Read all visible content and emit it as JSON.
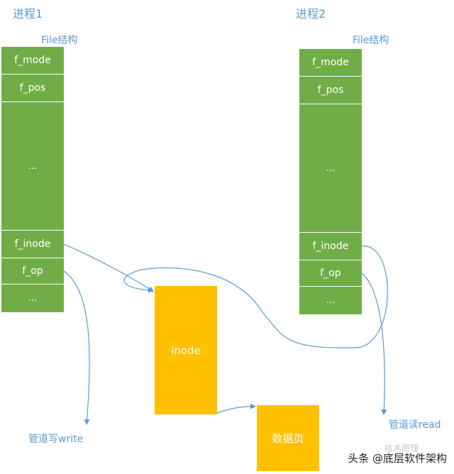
{
  "process1": {
    "title": "进程1",
    "struct_label": "File结构",
    "rows": [
      "f_mode",
      "f_pos",
      "...",
      "f_inode",
      "f_op",
      "..."
    ]
  },
  "process2": {
    "title": "进程2",
    "struct_label": "File结构",
    "rows": [
      "f_mode",
      "f_pos",
      "...",
      "f_inode",
      "f_op",
      "..."
    ]
  },
  "inode_label": "inode",
  "data_page_label": "数据页",
  "pipe_write_label": "管道写write",
  "pipe_read_label": "管道读read",
  "watermark": {
    "text": "头条 @底层软件架构",
    "ghost_text": "技术原理"
  },
  "colors": {
    "table_green": "#70ad47",
    "box_yellow": "#ffc000",
    "arrow_blue": "#5b9bd5"
  }
}
